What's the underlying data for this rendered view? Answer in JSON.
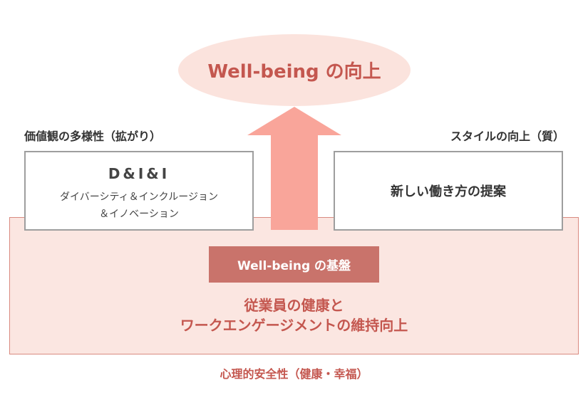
{
  "goal": "Well-being の向上",
  "left": {
    "label": "価値観の多様性（拡がり）",
    "title": "D&I&I",
    "line1": "ダイバーシティ＆インクルージョン",
    "line2": "＆イノベーション"
  },
  "right": {
    "label": "スタイルの向上（質）",
    "title": "新しい働き方の提案"
  },
  "foundation": {
    "badge": "Well-being の基盤",
    "line1": "従業員の健康と",
    "line2": "ワークエンゲージメントの維持向上"
  },
  "bottom_label": "心理的安全性（健康・幸福）",
  "colors": {
    "arrow": "#f9a59a",
    "accent": "#c4574f",
    "base": "#fbe6e1"
  }
}
